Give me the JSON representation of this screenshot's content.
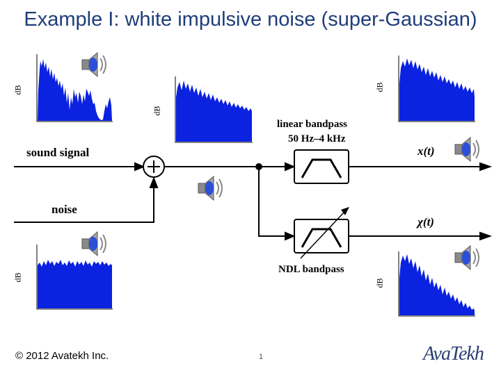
{
  "title": "Example I: white impulsive noise (super-Gaussian)",
  "labels": {
    "sound_signal": "sound signal",
    "noise": "noise",
    "linear_bandpass_line1": "linear bandpass",
    "linear_bandpass_line2": "50 Hz–4 kHz",
    "ndl_bandpass": "NDL bandpass",
    "x_t": "x(t)",
    "chi_t": "χ(t)",
    "plus": "+"
  },
  "spectra_axis_label": "dB",
  "footer": "© 2012 Avatekh Inc.",
  "page_number": "1",
  "logo": "AvaTekh",
  "colors": {
    "spectrum": "#0b22e0",
    "title": "#1f3d7a"
  }
}
